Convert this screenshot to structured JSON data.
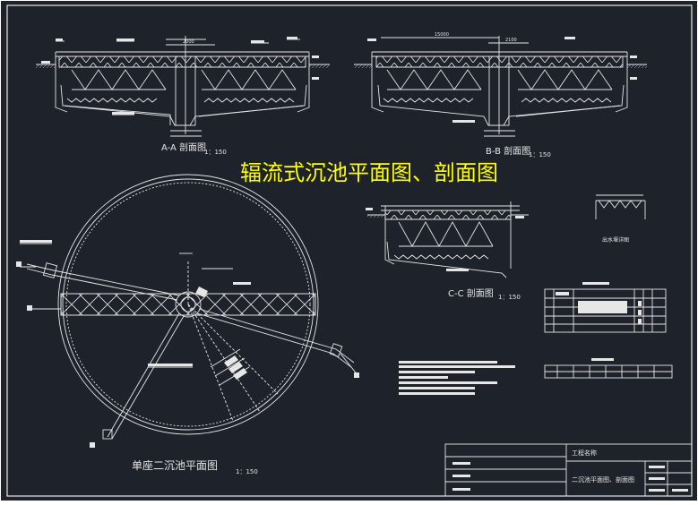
{
  "drawing": {
    "main_title": "辐流式沉池平面图、剖面图",
    "section_aa": {
      "label": "A-A 剖面图",
      "scale": "1：150",
      "dim_top": "2000"
    },
    "section_bb": {
      "label": "B-B 剖面图",
      "scale": "1：150",
      "dim_top": "15000",
      "dim_right": "2100"
    },
    "section_cc": {
      "label": "C-C 剖面图",
      "scale": "1：150"
    },
    "plan": {
      "label": "单座二沉池平面图",
      "scale": "1：150"
    },
    "weir_detail": {
      "label": "出水堰详图"
    },
    "title_block": {
      "project": "工程名称",
      "drawing_name": "二沉池平面图、剖面图"
    }
  },
  "colors": {
    "background": "#1e222a",
    "frame": "#e8e8e8",
    "lines": "#e6e6e6",
    "title_yellow": "#ffff00",
    "outer_margin": "#ffffff"
  }
}
